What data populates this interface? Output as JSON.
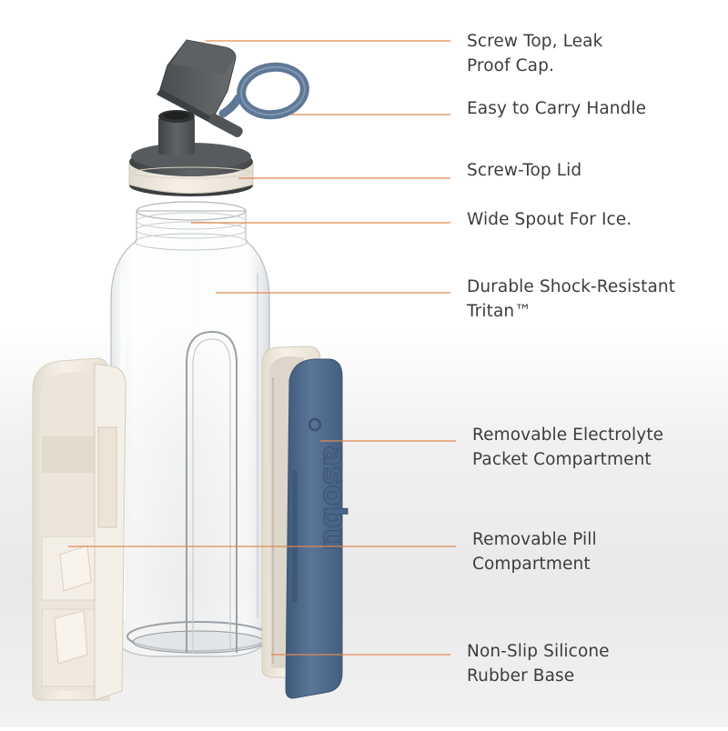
{
  "brand_text": "asobu",
  "colors": {
    "leader_line": "#e08a4f",
    "label_text": "#3d3d3d",
    "cap_gray": "#55585b",
    "handle_blue": "#5f7896",
    "cream": "#f1ebe0",
    "silicone_blue": "#4e6a8c"
  },
  "callouts": [
    {
      "id": "screw-top",
      "lines": [
        "Screw Top, Leak",
        "Proof Cap."
      ]
    },
    {
      "id": "handle",
      "lines": [
        "Easy to Carry Handle"
      ]
    },
    {
      "id": "lid",
      "lines": [
        "Screw-Top Lid"
      ]
    },
    {
      "id": "spout",
      "lines": [
        "Wide Spout For Ice."
      ]
    },
    {
      "id": "tritan",
      "lines": [
        "Durable Shock-Resistant",
        "Tritan™"
      ]
    },
    {
      "id": "electrolyte",
      "lines": [
        "Removable Electrolyte",
        "Packet Compartment"
      ]
    },
    {
      "id": "pill",
      "lines": [
        "Removable Pill",
        "Compartment"
      ]
    },
    {
      "id": "base",
      "lines": [
        "Non-Slip Silicone",
        "Rubber Base"
      ]
    }
  ]
}
